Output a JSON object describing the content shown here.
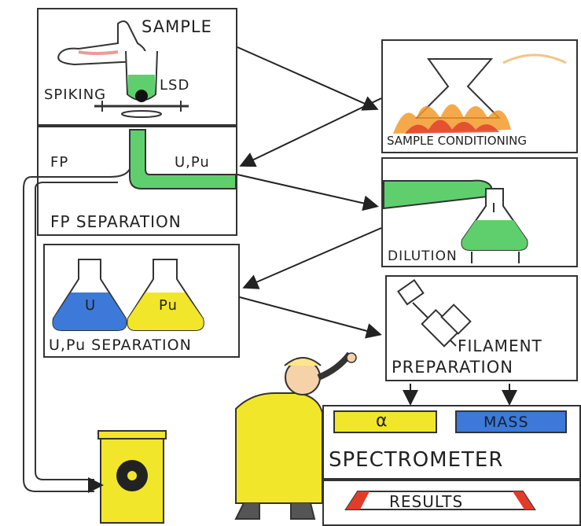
{
  "labels": {
    "sample": "SAMPLE",
    "spiking": "SPIKING",
    "lsd": "LSD",
    "fp": "FP",
    "upu_top": "U,Pu",
    "fp_separation": "FP SEPARATION",
    "u": "U",
    "pu": "Pu",
    "upu_separation": "U,Pu SEPARATION",
    "sample_conditioning": "SAMPLE CONDITIONING",
    "dilution": "DILUTION",
    "filament": "FILAMENT",
    "preparation": "PREPARATION",
    "alpha": "α",
    "mass": "MASS",
    "spectrometer": "SPECTROMETER",
    "results": "RESULTS"
  },
  "colors": {
    "green": "#5fcf6e",
    "blue": "#3d79d8",
    "yellow": "#f2e62a",
    "red": "#e23b2a",
    "orange": "#f39a2a",
    "outline": "#333333"
  }
}
